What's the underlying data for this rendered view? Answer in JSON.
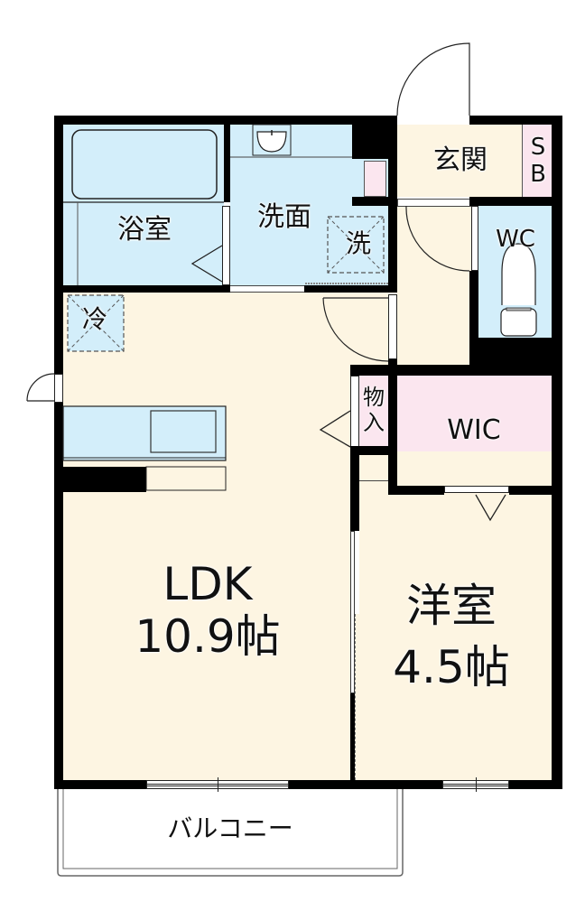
{
  "floorplan": {
    "rooms": {
      "bath": {
        "label": "浴室"
      },
      "washroom": {
        "label": "洗面"
      },
      "washer": {
        "label": "洗"
      },
      "entrance": {
        "label": "玄関"
      },
      "shoebox": {
        "label_line1": "S",
        "label_line2": "B"
      },
      "toilet": {
        "label": "WC"
      },
      "fridge": {
        "label": "冷"
      },
      "storage": {
        "label_line1": "物",
        "label_line2": "入"
      },
      "wic": {
        "label": "WIC"
      },
      "ldk": {
        "label_line1": "LDK",
        "label_line2": "10.9帖"
      },
      "western": {
        "label_line1": "洋室",
        "label_line2": "4.5帖"
      },
      "balcony": {
        "label": "バルコニー"
      }
    },
    "colors": {
      "wall": "#000000",
      "living_floor": "#fdf5e2",
      "wet_area": "#d3eefa",
      "storage": "#fbe6ef"
    }
  }
}
